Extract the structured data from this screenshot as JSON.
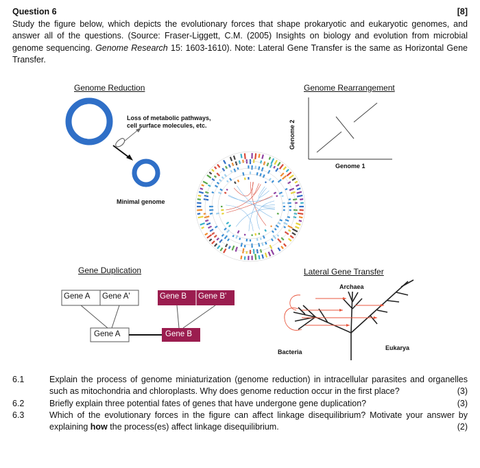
{
  "question": {
    "title": "Question 6",
    "marks": "[8]",
    "intro_1": "Study the figure below, which depicts the evolutionary forces that shape prokaryotic and eukaryotic genomes, and answer all of the questions. (Source: Fraser-Liggett, C.M. (2005) Insights on biology and evolution from microbial genome sequencing.",
    "intro_journal": "Genome Research",
    "intro_2": "15: 1603-1610). Note: Lateral Gene Transfer is the same as Horizontal Gene Transfer."
  },
  "figure": {
    "genome_reduction": {
      "title": "Genome Reduction",
      "loss_label_1": "Loss of metabolic pathways,",
      "loss_label_2": "cell surface molecules, etc.",
      "minimal_label": "Minimal genome"
    },
    "genome_rearrangement": {
      "title": "Genome Rearrangement",
      "x_label": "Genome 1",
      "y_label": "Genome 2"
    },
    "gene_duplication": {
      "title": "Gene Duplication",
      "gene_a": "Gene A",
      "gene_a_prime": "Gene A'",
      "gene_b": "Gene B",
      "gene_b_prime": "Gene B'",
      "gene_a_bottom": "Gene A",
      "gene_b_bottom": "Gene B",
      "accent_color": "#9b1d4f"
    },
    "lateral_gene_transfer": {
      "title": "Lateral Gene Transfer",
      "archaea": "Archaea",
      "bacteria": "Bacteria",
      "eukarya": "Eukarya",
      "arrow_color": "#e8553c"
    }
  },
  "questions": [
    {
      "num": "6.1",
      "text": "Explain the process of genome miniaturization (genome reduction) in intracellular parasites and organelles such as mitochondria and chloroplasts. Why does genome reduction occur in the first place?",
      "marks": "(3)"
    },
    {
      "num": "6.2",
      "text": "Briefly explain three potential fates of genes that have undergone gene duplication?",
      "marks": "(3)"
    },
    {
      "num": "6.3",
      "text_before": "Which of the evolutionary forces in the figure can affect linkage disequilibrium? Motivate your answer by explaining",
      "text_bold": "how",
      "text_after": "the process(es) affect linkage disequilibrium.",
      "marks": "(2)"
    }
  ]
}
